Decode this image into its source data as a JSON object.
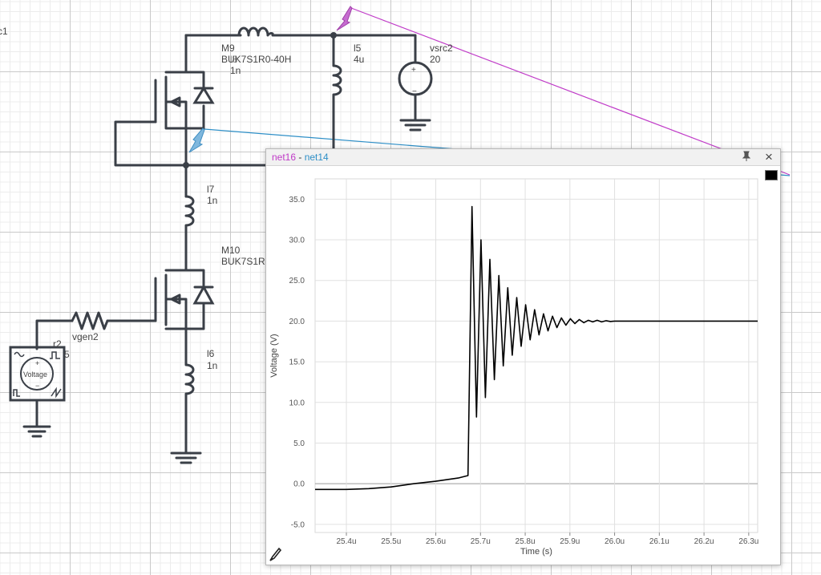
{
  "schematic": {
    "components": {
      "partial_label": "c1",
      "m9_name": "M9",
      "m9_model": "BUK7S1R0-40H",
      "l8_name": "l8",
      "l8_value": "1n",
      "l5_name": "l5",
      "l5_value": "4u",
      "vsrc2_name": "vsrc2",
      "vsrc2_value": "20",
      "l7_name": "l7",
      "l7_value": "1n",
      "m10_name": "M10",
      "m10_model": "BUK7S1R",
      "r2_name": "r2",
      "r2_value": "5",
      "vgen2_name": "vgen2",
      "vgen_text": "Voltage",
      "l6_name": "l6",
      "l6_value": "1n"
    },
    "colors": {
      "wire": "#3a3f47",
      "probe_net16": "#c03bc8",
      "probe_net14": "#2e8fc7"
    }
  },
  "plot_window": {
    "title_net_a": "net16",
    "title_sep": " - ",
    "title_net_b": "net14",
    "pin_icon": "pin-icon",
    "close_icon": "close-icon",
    "series_color": "#000000"
  },
  "chart_data": {
    "type": "line",
    "xlabel": "Time (s)",
    "ylabel": "Voltage (V)",
    "xlim": [
      25.33,
      26.32
    ],
    "ylim": [
      -6.0,
      37.5
    ],
    "x_ticks": [
      "25.4u",
      "25.5u",
      "25.6u",
      "25.7u",
      "25.8u",
      "25.9u",
      "26.0u",
      "26.1u",
      "26.2u",
      "26.3u"
    ],
    "y_ticks": [
      "-5.0",
      "0.0",
      "5.0",
      "10.0",
      "15.0",
      "20.0",
      "25.0",
      "30.0",
      "35.0"
    ],
    "grid": true,
    "legend": "none",
    "series": [
      {
        "color": "#000000",
        "x": [
          25.33,
          25.4,
          25.45,
          25.5,
          25.55,
          25.6,
          25.65,
          25.672,
          25.681,
          25.691,
          25.701,
          25.711,
          25.721,
          25.731,
          25.741,
          25.751,
          25.761,
          25.771,
          25.781,
          25.791,
          25.801,
          25.811,
          25.821,
          25.831,
          25.841,
          25.851,
          25.861,
          25.871,
          25.881,
          25.891,
          25.901,
          25.911,
          25.921,
          25.931,
          25.941,
          25.951,
          25.961,
          25.971,
          25.981,
          25.991,
          26.0,
          26.1,
          26.2,
          26.32
        ],
        "y": [
          -0.7,
          -0.7,
          -0.6,
          -0.4,
          0.0,
          0.3,
          0.7,
          1.0,
          34.1,
          8.2,
          30.0,
          10.6,
          27.6,
          12.8,
          25.6,
          14.5,
          24.1,
          15.8,
          22.9,
          16.9,
          22.0,
          17.7,
          21.4,
          18.3,
          20.9,
          18.8,
          20.6,
          19.2,
          20.4,
          19.5,
          20.3,
          19.7,
          20.2,
          19.8,
          20.1,
          19.9,
          20.1,
          19.9,
          20.05,
          19.95,
          20.0,
          20.0,
          20.0,
          20.0
        ]
      }
    ]
  }
}
